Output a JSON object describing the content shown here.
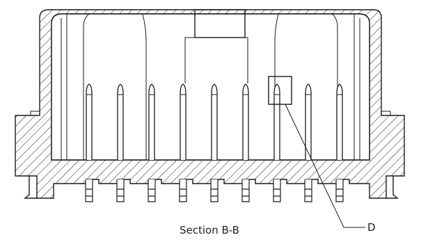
{
  "section_label": "Section B-B",
  "detail_callout": "D",
  "pin_count": 9,
  "colors": {
    "line": "#1a1a1a",
    "background": "#ffffff"
  }
}
